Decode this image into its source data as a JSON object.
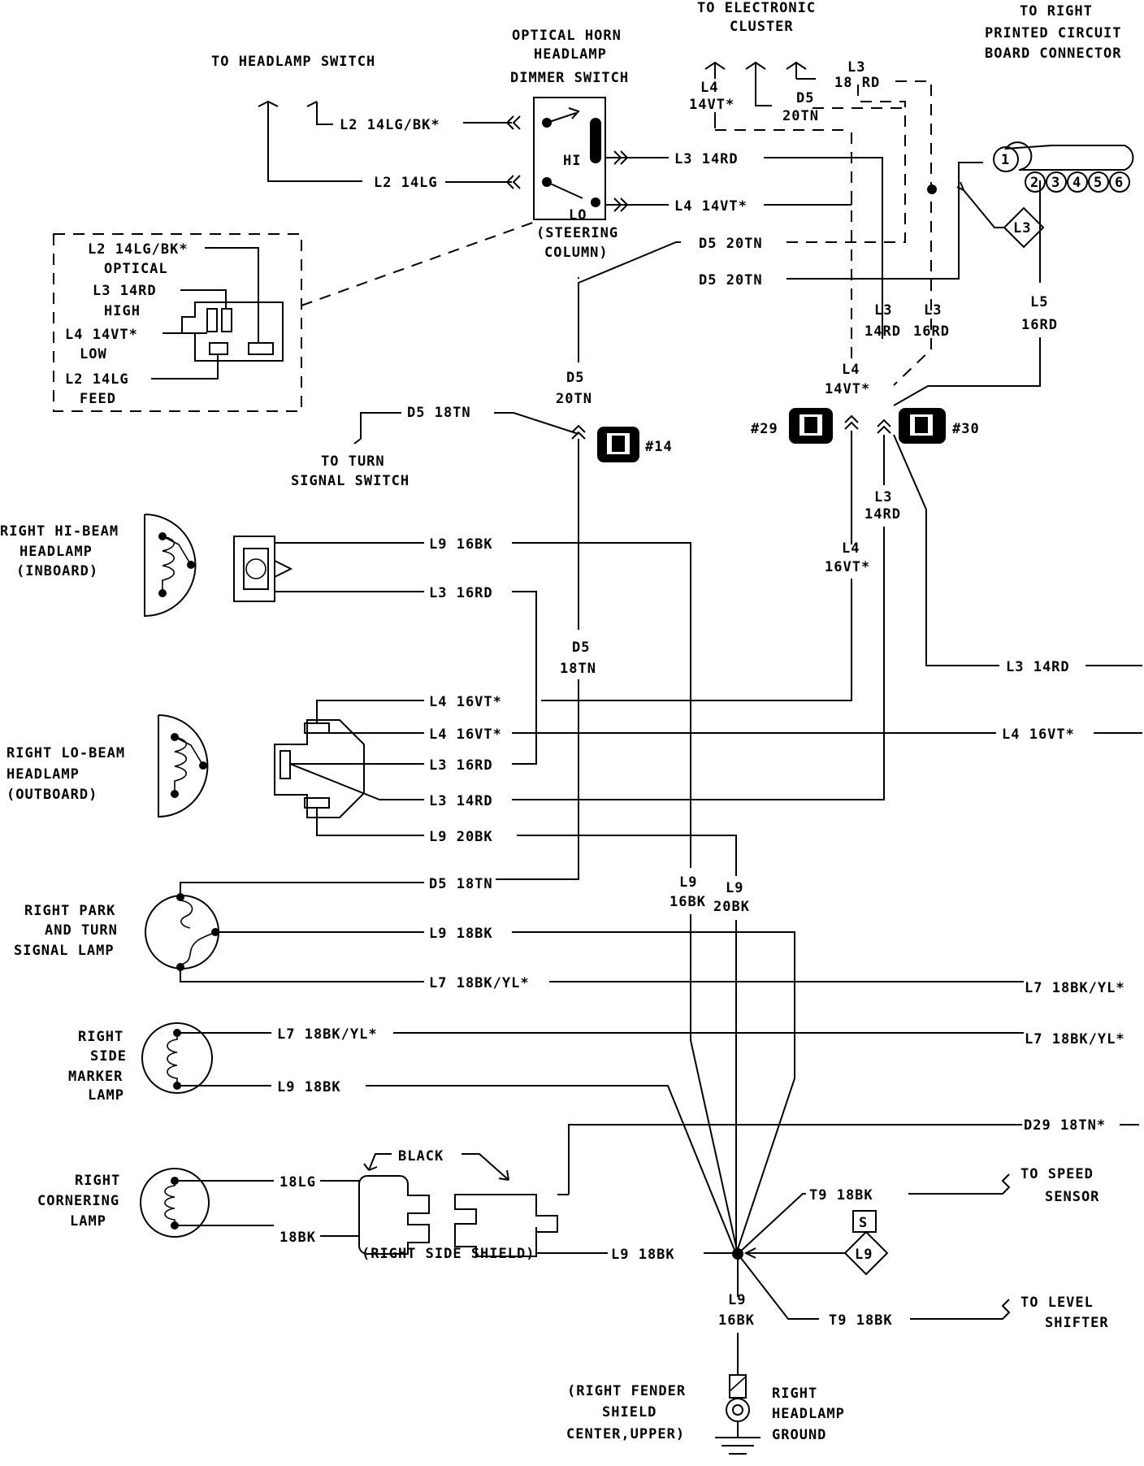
{
  "colors": {
    "line": "#000000",
    "background": "#ffffff"
  },
  "labels": {
    "to_headlamp_switch": "TO HEADLAMP SWITCH",
    "dimmer_title": [
      "OPTICAL HORN",
      "HEADLAMP",
      "DIMMER SWITCH"
    ],
    "to_cluster": [
      "TO ELECTRONIC",
      "CLUSTER"
    ],
    "to_pcb": [
      "TO RIGHT",
      "PRINTED CIRCUIT",
      "BOARD CONNECTOR"
    ],
    "hi": "HI",
    "lo": "LO",
    "steering_column": [
      "(STEERING",
      "COLUMN)"
    ],
    "to_turn_signal": [
      "TO TURN",
      "SIGNAL SWITCH"
    ],
    "right_hi_beam": [
      "RIGHT HI-BEAM",
      "HEADLAMP",
      "(INBOARD)"
    ],
    "right_lo_beam": [
      "RIGHT LO-BEAM",
      "HEADLAMP",
      "(OUTBOARD)"
    ],
    "right_park_turn": [
      "RIGHT PARK",
      "AND TURN",
      "SIGNAL LAMP"
    ],
    "right_side_marker": [
      "RIGHT",
      "SIDE",
      "MARKER",
      "LAMP"
    ],
    "right_cornering": [
      "RIGHT",
      "CORNERING",
      "LAMP"
    ],
    "black": "BLACK",
    "right_side_shield": "(RIGHT SIDE SHIELD)",
    "to_speed_sensor": [
      "TO SPEED",
      "SENSOR"
    ],
    "to_level_shifter": [
      "TO LEVEL",
      "SHIFTER"
    ],
    "fender_shield": [
      "(RIGHT FENDER",
      "SHIELD",
      "CENTER,UPPER)"
    ],
    "headlamp_ground": [
      "RIGHT",
      "HEADLAMP",
      "GROUND"
    ]
  },
  "inset": {
    "lines": [
      "L2 14LG/BK*",
      "OPTICAL",
      "L3 14RD",
      "HIGH",
      "L4 14VT*",
      "LOW",
      "L2 14LG",
      "FEED"
    ]
  },
  "connectors": {
    "c14": {
      "id": "#14",
      "glyph": "1"
    },
    "c29": {
      "id": "#29",
      "glyph": "1"
    },
    "c30": {
      "id": "#30",
      "glyph": "1"
    }
  },
  "pcb_pins": [
    "1",
    "2",
    "3",
    "4",
    "5",
    "6"
  ],
  "diamonds": {
    "l3": "L3",
    "l9": "L9",
    "s": "S"
  },
  "wires": {
    "l2_lgbk": "L2 14LG/BK*",
    "l2_lg": "L2 14LG",
    "l3_14rd": "L3 14RD",
    "l4_14vt": "L4 14VT*",
    "d5_20tn_a": "D5 20TN",
    "d5_20tn_b": "D5 20TN",
    "top_l4": [
      "L4",
      "14VT*"
    ],
    "top_d5": [
      "D5",
      "20TN"
    ],
    "top_l3": [
      "L3",
      "18 RD"
    ],
    "l3_14rd_v": [
      "L3",
      "14RD"
    ],
    "l3_16rd_v": [
      "L3",
      "16RD"
    ],
    "l5_16rd_v": [
      "L5",
      "16RD"
    ],
    "d5_20tn_v": [
      "D5",
      "20TN"
    ],
    "l4_14vt_v": [
      "L4",
      "14VT*"
    ],
    "d5_18tn_top": "D5 18TN",
    "l3_14rd_v2": [
      "L3",
      "14RD"
    ],
    "l4_16vt_v": [
      "L4",
      "16VT*"
    ],
    "hi_l9": "L9 16BK",
    "hi_l3": "L3 16RD",
    "d5_18tn_v": [
      "D5",
      "18TN"
    ],
    "lo_l4a": "L4 16VT*",
    "lo_l4b": "L4 16VT*",
    "lo_l3a": "L3 16RD",
    "lo_l3b": "L3 14RD",
    "lo_l9": "L9 20BK",
    "right_l3": "L3 14RD",
    "right_l4": "L4 16VT*",
    "park_d5": "D5 18TN",
    "park_l9": "L9 18BK",
    "park_l7": "L7 18BK/YL*",
    "l9_16bk_v": [
      "L9",
      "16BK"
    ],
    "l9_20bk_v": [
      "L9",
      "20BK"
    ],
    "right_l7a": "L7 18BK/YL*",
    "marker_l7": "L7 18BK/YL*",
    "right_l7b": "L7 18BK/YL*",
    "marker_l9": "L9 18BK",
    "d29": "D29 18TN*",
    "corner_lg": "18LG",
    "corner_bk": "18BK",
    "t9_a": "T9 18BK",
    "splice_l9": "L9 18BK",
    "ground_l9": [
      "L9",
      "16BK"
    ],
    "t9_b": "T9 18BK"
  }
}
